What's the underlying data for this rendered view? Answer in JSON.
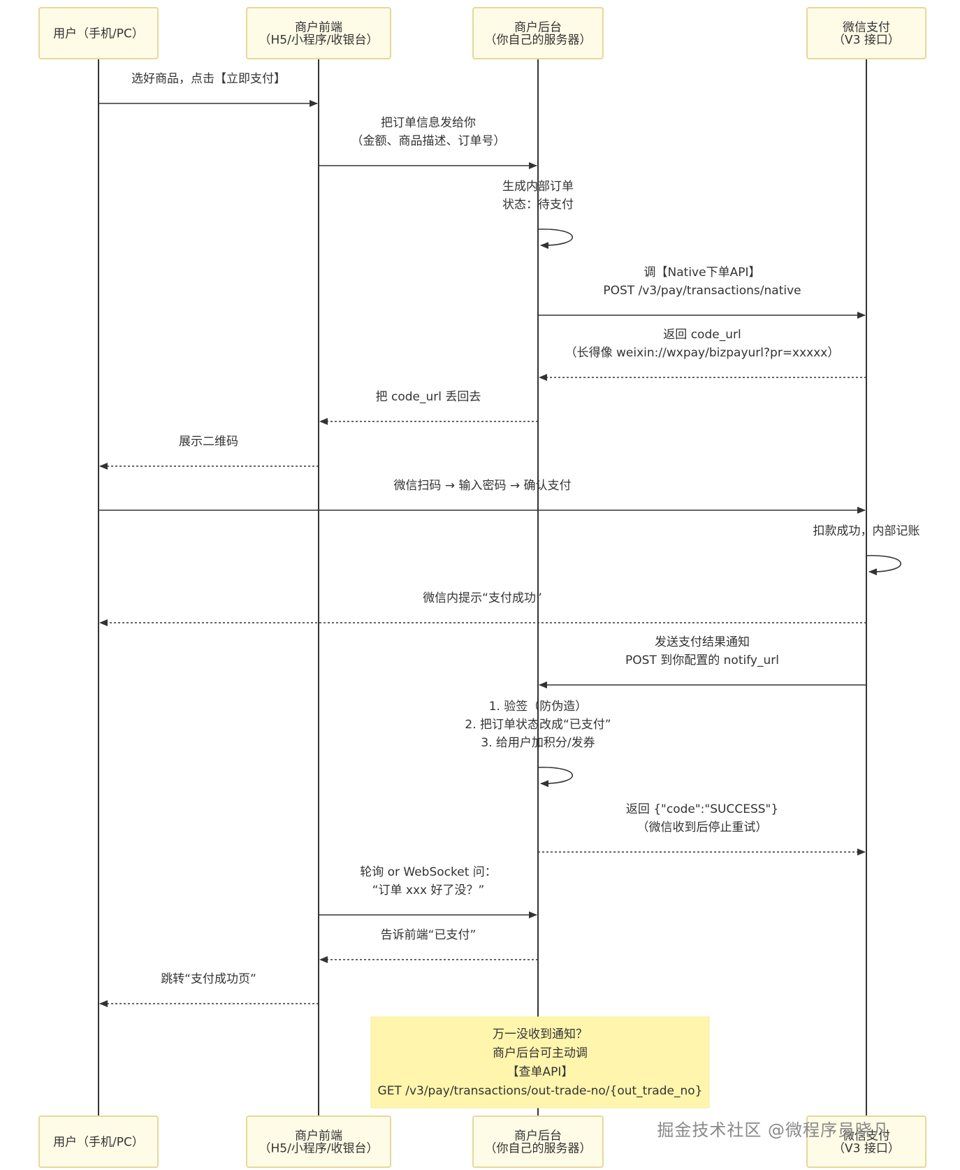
{
  "actors": [
    {
      "id": "user",
      "lines": [
        "用户（手机/PC）"
      ]
    },
    {
      "id": "frontend",
      "lines": [
        "商户前端",
        "（H5/小程序/收银台）"
      ]
    },
    {
      "id": "backend",
      "lines": [
        "商户后台",
        "（你自己的服务器）"
      ]
    },
    {
      "id": "wechat",
      "lines": [
        "微信支付",
        "（V3 接口）"
      ]
    }
  ],
  "messages": [
    {
      "from": "user",
      "to": "frontend",
      "style": "solid",
      "lines": [
        "选好商品，点击【立即支付】"
      ]
    },
    {
      "from": "frontend",
      "to": "backend",
      "style": "solid",
      "lines": [
        "把订单信息发给你",
        "（金额、商品描述、订单号）"
      ]
    },
    {
      "from": "backend",
      "to": "backend",
      "style": "self",
      "lines": [
        "生成内部订单",
        "状态：待支付"
      ]
    },
    {
      "from": "backend",
      "to": "wechat",
      "style": "solid",
      "lines": [
        "调【Native下单API】",
        "POST /v3/pay/transactions/native"
      ]
    },
    {
      "from": "wechat",
      "to": "backend",
      "style": "dashed",
      "lines": [
        "返回 code_url",
        "（长得像 weixin://wxpay/bizpayurl?pr=xxxxx）"
      ]
    },
    {
      "from": "backend",
      "to": "frontend",
      "style": "dashed",
      "lines": [
        "把 code_url 丢回去"
      ]
    },
    {
      "from": "frontend",
      "to": "user",
      "style": "dashed",
      "lines": [
        "展示二维码"
      ]
    },
    {
      "from": "user",
      "to": "wechat",
      "style": "solid",
      "lines": [
        "微信扫码 → 输入密码 → 确认支付"
      ]
    },
    {
      "from": "wechat",
      "to": "wechat",
      "style": "self",
      "lines": [
        "扣款成功，内部记账"
      ]
    },
    {
      "from": "wechat",
      "to": "user",
      "style": "dashed",
      "lines": [
        "微信内提示“支付成功”"
      ]
    },
    {
      "from": "wechat",
      "to": "backend",
      "style": "solid",
      "lines": [
        "发送支付结果通知",
        "POST 到你配置的 notify_url"
      ]
    },
    {
      "from": "backend",
      "to": "backend",
      "style": "self",
      "lines": [
        "1. 验签（防伪造）",
        "2. 把订单状态改成“已支付”",
        "3. 给用户加积分/发券"
      ]
    },
    {
      "from": "backend",
      "to": "wechat",
      "style": "dashed",
      "lines": [
        "返回 {\"code\":\"SUCCESS\"}",
        "（微信收到后停止重试）"
      ]
    },
    {
      "from": "frontend",
      "to": "backend",
      "style": "solid",
      "lines": [
        "轮询 or WebSocket 问：",
        "“订单 xxx 好了没？”"
      ]
    },
    {
      "from": "backend",
      "to": "frontend",
      "style": "dashed",
      "lines": [
        "告诉前端“已支付”"
      ]
    },
    {
      "from": "frontend",
      "to": "user",
      "style": "dashed",
      "lines": [
        "跳转“支付成功页”"
      ]
    }
  ],
  "note": {
    "over": [
      "frontend",
      "backend"
    ],
    "lines": [
      "万一没收到通知？",
      "商户后台可主动调",
      "【查单API】",
      "GET /v3/pay/transactions/out-trade-no/{out_trade_no}"
    ]
  },
  "watermark": "掘金技术社区 @微程序员晓凡",
  "colors": {
    "actor_fill": "#fefbe6",
    "actor_border": "#e5d99a",
    "note_fill": "#fff5ad",
    "line": "#333333"
  }
}
